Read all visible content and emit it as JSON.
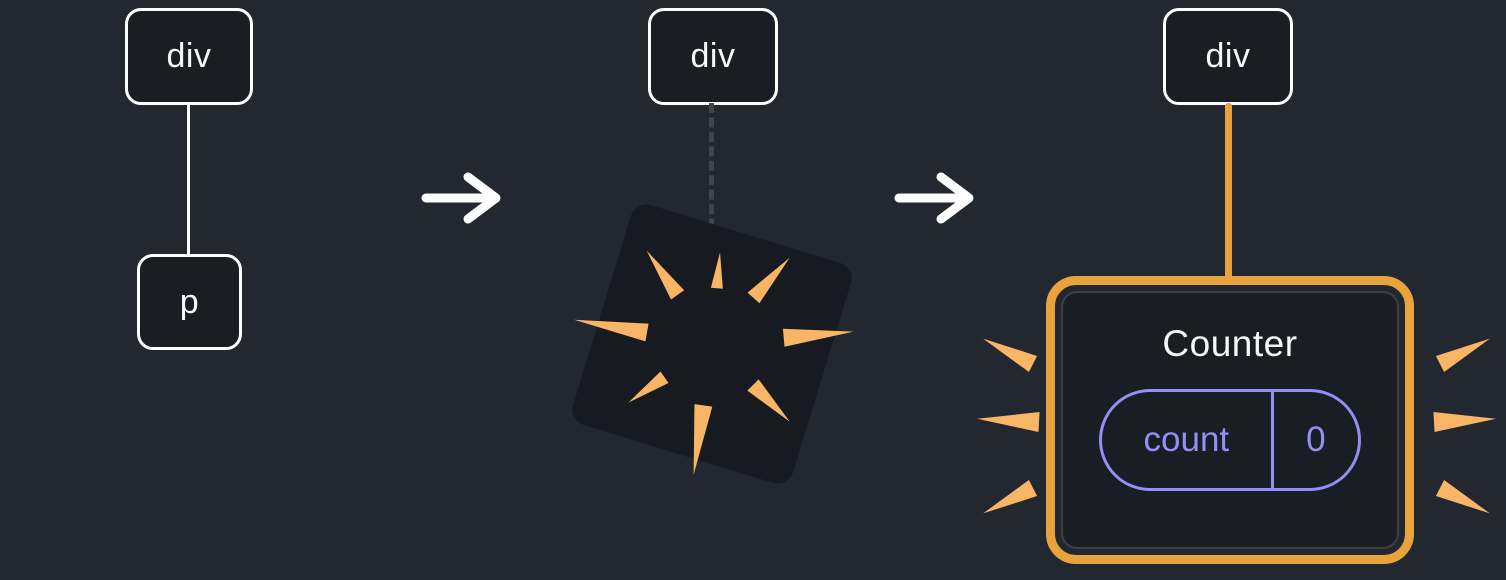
{
  "diagram": {
    "description": "DOM tree replaced by rendered React component",
    "stage_initial": {
      "parent_label": "div",
      "child_label": "p"
    },
    "arrow_1": "→",
    "stage_destroy": {
      "parent_label": "div"
    },
    "arrow_2": "→",
    "stage_render": {
      "parent_label": "div",
      "component": {
        "title": "Counter",
        "prop_name": "count",
        "prop_value": "0"
      }
    }
  },
  "colors": {
    "background": "#23272f",
    "node_fill": "#1a1d23",
    "node_border": "#ffffff",
    "text": "#f6f7f9",
    "arrow": "#ffffff",
    "dashed_connector": "#40454d",
    "explosion_box": "#171a20",
    "orange_accent": "#e8a33d",
    "spark": "#f8b566",
    "purple_accent": "#948ef5"
  }
}
